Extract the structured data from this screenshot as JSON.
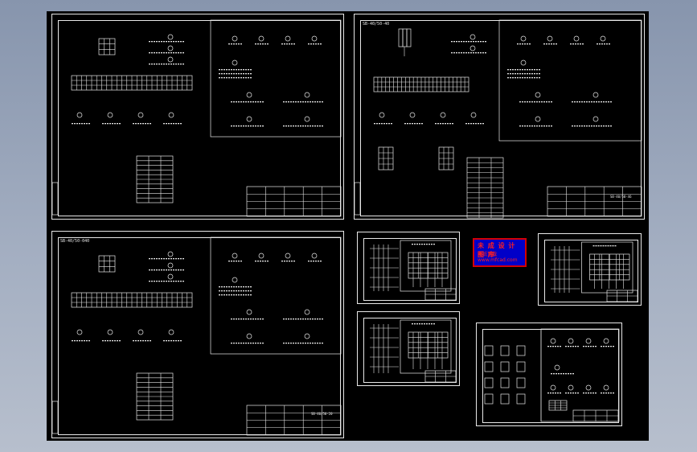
{
  "viewer": {
    "background_top": "#8795ad",
    "background_bottom": "#b7bfcd",
    "canvas_color": "#000000",
    "line_color": "#e8e8e8"
  },
  "sheets": [
    {
      "id": "sheet-1",
      "title_code": "",
      "doc_no": ""
    },
    {
      "id": "sheet-2",
      "title_code": "SB-40/50-40",
      "doc_no": "SB-40/50-46"
    },
    {
      "id": "sheet-3",
      "title_code": "SB-40/50-040",
      "doc_no": "SB-40/50-20"
    },
    {
      "id": "sheet-4",
      "title_code": "",
      "doc_no": ""
    },
    {
      "id": "sheet-5",
      "title_code": "",
      "doc_no": ""
    },
    {
      "id": "sheet-6",
      "title_code": "",
      "doc_no": ""
    },
    {
      "id": "sheet-7",
      "title_code": "",
      "doc_no": ""
    }
  ],
  "watermark": {
    "line1": "未 成 设 计 图 库",
    "line2": "图纸下载",
    "line3": "www.mfcad.com",
    "fill": "#0000c8",
    "text_color": "#ff2020",
    "border_color": "#d40000"
  }
}
